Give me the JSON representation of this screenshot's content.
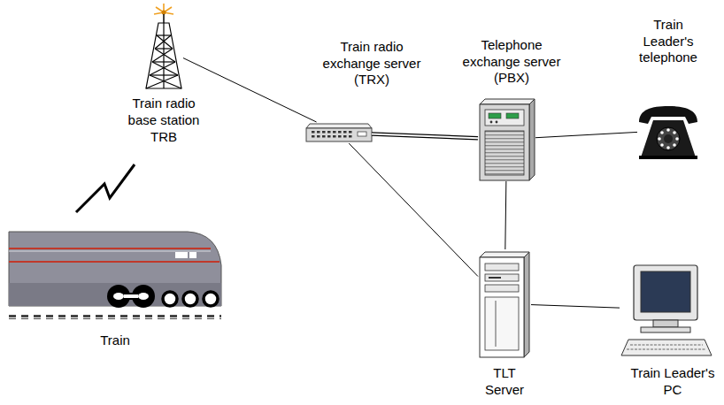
{
  "diagram": {
    "nodes": [
      {
        "text": [
          "Train radio base station TRB"
        ]
      },
      {
        "text": [
          "Train radio exchange server (TRX)"
        ]
      },
      {
        "text": [
          "Telephone exchange server (PBX)"
        ]
      },
      {
        "text": [
          "Train Leader's telephone"
        ]
      },
      {
        "text": [
          "Train"
        ]
      },
      {
        "text": [
          "TLT Server"
        ]
      },
      {
        "text": [
          "Train Leader's PC"
        ]
      }
    ],
    "edges": [
      {
        "from": 0,
        "to": 1,
        "arrow": "none"
      },
      {
        "from": 1,
        "to": 2,
        "arrow": "none"
      },
      {
        "from": 2,
        "to": 3,
        "arrow": "none"
      },
      {
        "from": 2,
        "to": 5,
        "arrow": "none"
      },
      {
        "from": 1,
        "to": 5,
        "arrow": "none"
      },
      {
        "from": 5,
        "to": 6,
        "arrow": "none"
      }
    ]
  }
}
